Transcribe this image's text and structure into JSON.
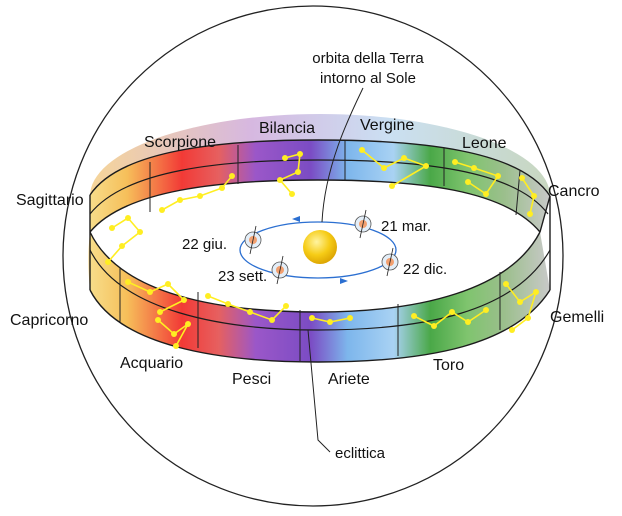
{
  "annotations": {
    "orbit": [
      "orbita della Terra",
      "intorno al Sole"
    ],
    "ecliptic": "eclittica"
  },
  "dates": {
    "jun": "22 giu.",
    "mar": "21 mar.",
    "sep": "23 sett.",
    "dec": "22 dic."
  },
  "constellations": {
    "scorpione": "Scorpione",
    "bilancia": "Bilancia",
    "vergine": "Vergine",
    "leone": "Leone",
    "cancro": "Cancro",
    "sagittario": "Sagittario",
    "capricorno": "Capricorno",
    "gemelli": "Gemelli",
    "acquario": "Acquario",
    "pesci": "Pesci",
    "ariete": "Ariete",
    "toro": "Toro"
  },
  "colors": {
    "sun": "#f2c200",
    "orbit": "#2b6fd1",
    "stars": "#ffee22",
    "ring": [
      "#f6c86a",
      "#f03a35",
      "#9a56c6",
      "#7cb8ea",
      "#4fa64b",
      "#b6b6b6"
    ]
  }
}
